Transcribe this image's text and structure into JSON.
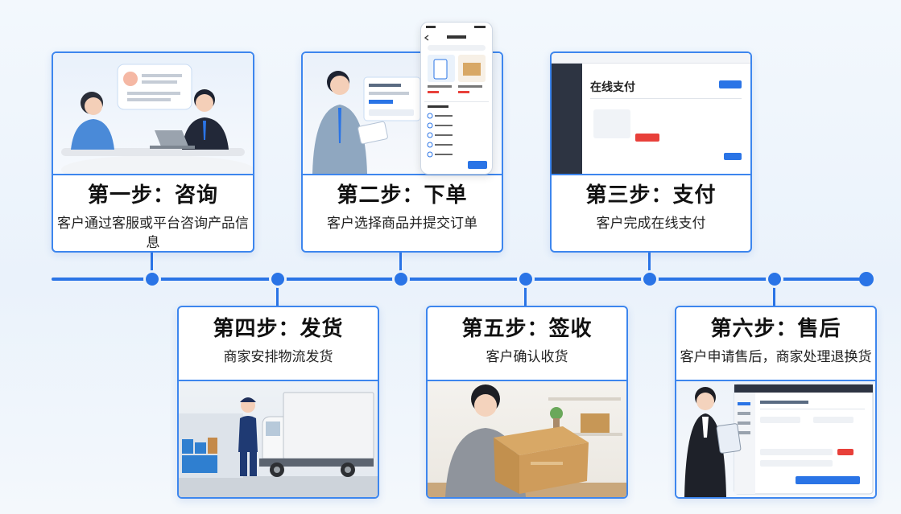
{
  "steps": [
    {
      "title": "第一步：咨询",
      "desc": "客户通过客服或平台咨询产品信息"
    },
    {
      "title": "第二步：下单",
      "desc": "客户选择商品并提交订单"
    },
    {
      "title": "第三步：支付",
      "desc": "客户完成在线支付",
      "screen_title": "在线支付"
    },
    {
      "title": "第四步：发货",
      "desc": "商家安排物流发货"
    },
    {
      "title": "第五步：签收",
      "desc": "客户确认收货"
    },
    {
      "title": "第六步：售后",
      "desc": "客户申请售后，商家处理退换货"
    }
  ],
  "colors": {
    "accent": "#2a74e6",
    "border": "#3d86ee",
    "red_button": "#e8403a"
  }
}
